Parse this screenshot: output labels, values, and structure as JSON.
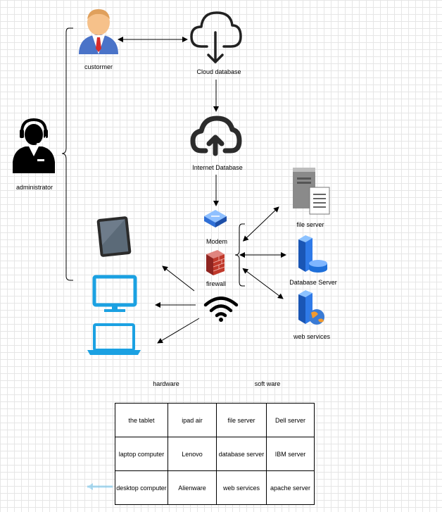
{
  "labels": {
    "customer": "custormer",
    "administrator": "administrator",
    "cloud_database": "Cloud database",
    "internet_database": "Internet  Database",
    "modem": "Modem",
    "firewall": "firewall",
    "file_server": "file server",
    "database_server": "Database Server",
    "web_services": "web services",
    "hardware": "hardware",
    "software": "soft ware"
  },
  "table": {
    "rows": [
      [
        "the tablet",
        "ipad air",
        "file server",
        "Dell server"
      ],
      [
        "laptop computer",
        "Lenovo",
        "database server",
        "IBM server"
      ],
      [
        "desktop computer",
        "Alienware",
        "web services",
        "apache server"
      ]
    ]
  },
  "icons": {
    "customer": "businessman-icon",
    "administrator": "support-agent-icon",
    "cloud_download": "cloud-download-icon",
    "cloud_upload": "cloud-upload-icon",
    "modem": "modem-icon",
    "firewall": "firewall-icon",
    "tablet": "tablet-icon",
    "monitor": "monitor-icon",
    "laptop": "laptop-icon",
    "wifi": "wifi-icon",
    "file_server": "file-server-icon",
    "database_server": "database-server-icon",
    "web_services": "web-services-icon"
  },
  "colors": {
    "device_blue": "#1ba1e2",
    "firewall_red": "#b8312f",
    "server_blue": "#1e6fd9"
  }
}
